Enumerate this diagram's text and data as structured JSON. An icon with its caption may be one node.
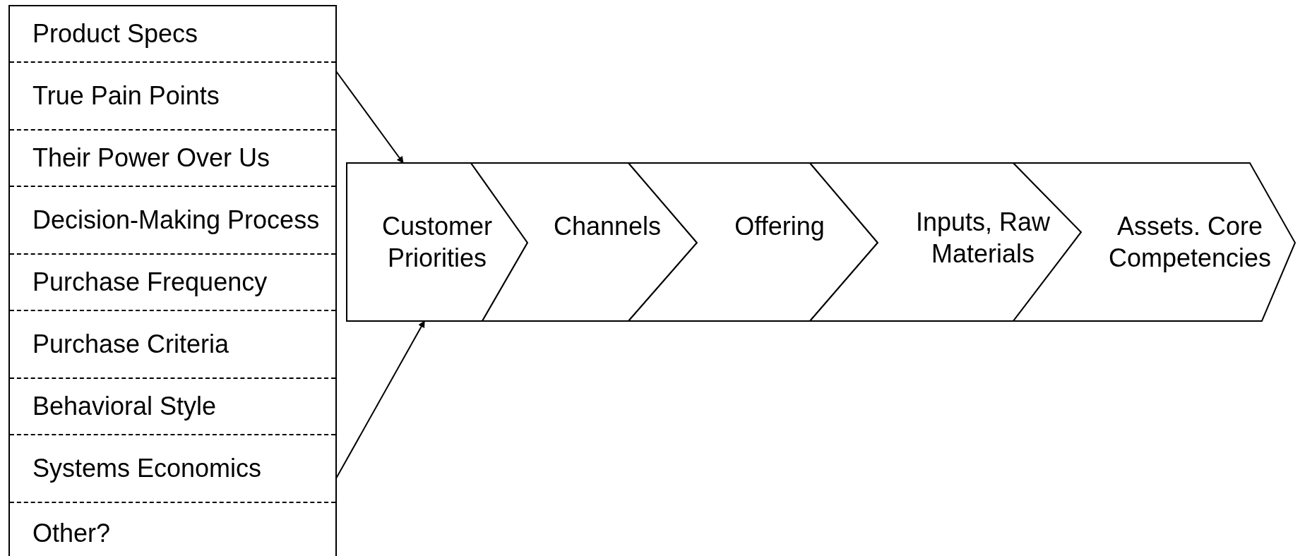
{
  "diagram": {
    "nodes": [
      {
        "text": [],
        "shape": "box"
      },
      {
        "text": [
          "Product Specs"
        ],
        "in": 0
      },
      {
        "text": [
          "True Pain Points"
        ],
        "in": 0
      },
      {
        "text": [
          "Their Power Over Us"
        ],
        "in": 0
      },
      {
        "text": [
          "Decision-Making Process"
        ],
        "in": 0
      },
      {
        "text": [
          "Purchase Frequency"
        ],
        "in": 0
      },
      {
        "text": [
          "Purchase Criteria"
        ],
        "in": 0
      },
      {
        "text": [
          "Behavioral Style"
        ],
        "in": 0
      },
      {
        "text": [
          "Systems Economics"
        ],
        "in": 0
      },
      {
        "text": [
          "Other?"
        ],
        "in": 0
      },
      {
        "text": [
          "Customer Priorities"
        ]
      },
      {
        "text": [
          "Channels"
        ]
      },
      {
        "text": [
          "Offering"
        ]
      },
      {
        "text": [
          "Inputs, Raw Materials"
        ]
      },
      {
        "text": [
          "Assets. Core Competencies"
        ]
      }
    ],
    "edges": [
      {
        "from": 2,
        "to": 10,
        "arrow": "to"
      },
      {
        "from": 8,
        "to": 10,
        "arrow": "to"
      }
    ]
  }
}
